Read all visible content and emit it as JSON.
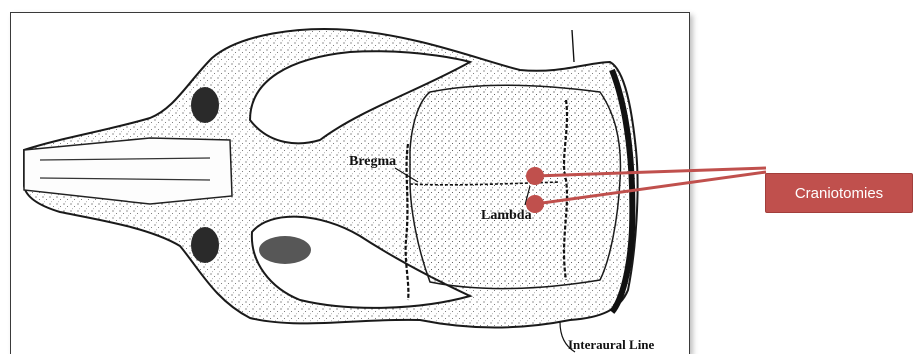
{
  "labels": {
    "bregma": "Bregma",
    "lambda": "Lambda",
    "interaural_line": "Interaural Line"
  },
  "callout": {
    "text": "Craniotomies",
    "color": "#c0504d"
  },
  "markers": {
    "color": "#c0504d",
    "count": 2
  }
}
